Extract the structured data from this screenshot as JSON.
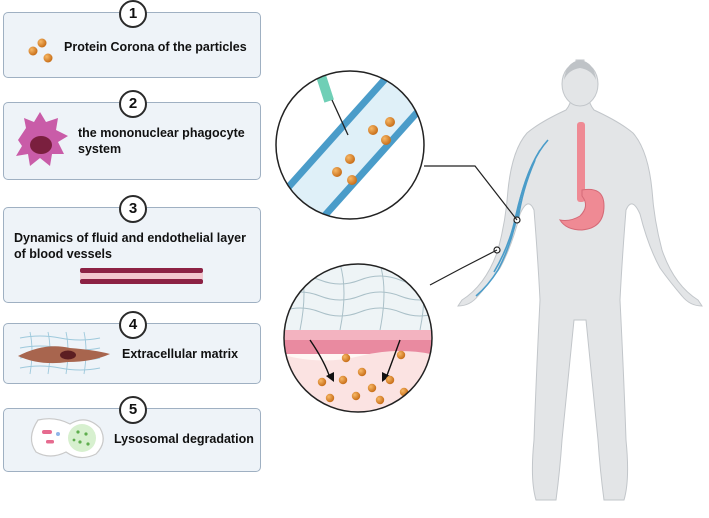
{
  "panels": [
    {
      "number": "1",
      "label": "Protein Corona of the particles"
    },
    {
      "number": "2",
      "label": "the mononuclear phagocyte system"
    },
    {
      "number": "3",
      "label": "Dynamics of fluid and endothelial layer of blood vessels"
    },
    {
      "number": "4",
      "label": "Extracellular matrix"
    },
    {
      "number": "5",
      "label": "Lysosomal degradation"
    }
  ],
  "colors": {
    "panel_fill": "#eef3f8",
    "panel_border": "#9fb0c2",
    "particle": "#e8912a",
    "vessel": "#4a9cc9",
    "body": "#e3e5e7",
    "stomach": "#ef8a94",
    "macrophage": "#c95ca8",
    "tissue_pink": "#f3b3c0"
  },
  "icons": [
    "particles-icon",
    "macrophage-icon",
    "blood-vessel-icon",
    "fibroblast-icon",
    "lysosome-icon",
    "syringe-icon",
    "human-body-icon",
    "stomach-icon"
  ]
}
